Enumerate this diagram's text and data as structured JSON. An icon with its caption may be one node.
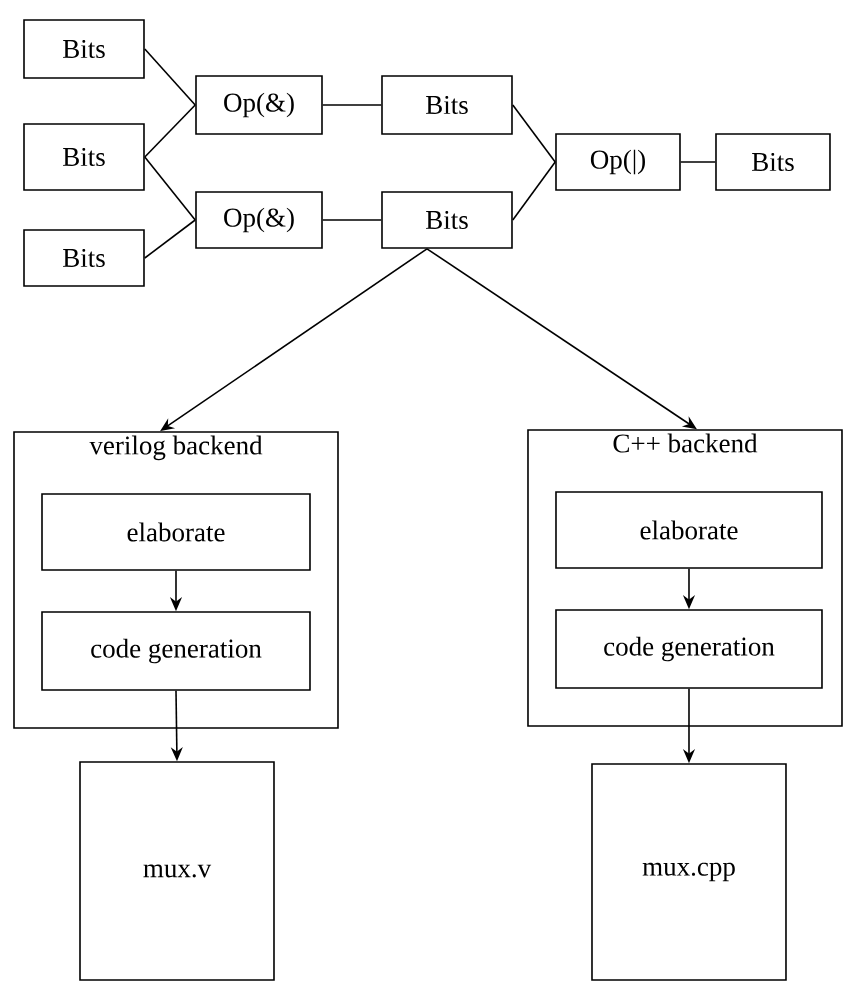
{
  "diagram": {
    "nodes": [
      {
        "text": [
          "Bits"
        ]
      },
      {
        "text": [
          "Bits"
        ]
      },
      {
        "text": [
          "Bits"
        ]
      },
      {
        "text": [
          "Op(&)"
        ]
      },
      {
        "text": [
          "Op(&)"
        ]
      },
      {
        "text": [
          "Bits"
        ]
      },
      {
        "text": [
          "Bits"
        ]
      },
      {
        "text": [
          "Op(|)"
        ]
      },
      {
        "text": [
          "Bits"
        ]
      },
      {
        "text": [
          "verilog backend"
        ]
      },
      {
        "text": [
          "elaborate"
        ],
        "in": 9
      },
      {
        "text": [
          "code generation"
        ],
        "in": 9
      },
      {
        "text": [
          "mux.v"
        ]
      },
      {
        "text": [
          "C++ backend"
        ]
      },
      {
        "text": [
          "elaborate"
        ],
        "in": 13
      },
      {
        "text": [
          "code generation"
        ],
        "in": 13
      },
      {
        "text": [
          "mux.cpp"
        ]
      }
    ],
    "edges": [
      {
        "from": 0,
        "to": 3,
        "arrow": "none"
      },
      {
        "from": 1,
        "to": 3,
        "arrow": "none"
      },
      {
        "from": 1,
        "to": 4,
        "arrow": "none"
      },
      {
        "from": 2,
        "to": 4,
        "arrow": "none"
      },
      {
        "from": 3,
        "to": 5,
        "arrow": "none"
      },
      {
        "from": 4,
        "to": 6,
        "arrow": "none"
      },
      {
        "from": 5,
        "to": 7,
        "arrow": "none"
      },
      {
        "from": 6,
        "to": 7,
        "arrow": "none"
      },
      {
        "from": 7,
        "to": 8,
        "arrow": "none"
      },
      {
        "from": 6,
        "to": 9,
        "arrow": "to"
      },
      {
        "from": 6,
        "to": 13,
        "arrow": "to"
      },
      {
        "from": 10,
        "to": 11,
        "arrow": "to"
      },
      {
        "from": 11,
        "to": 12,
        "arrow": "to"
      },
      {
        "from": 14,
        "to": 15,
        "arrow": "to"
      },
      {
        "from": 15,
        "to": 16,
        "arrow": "to"
      }
    ]
  }
}
